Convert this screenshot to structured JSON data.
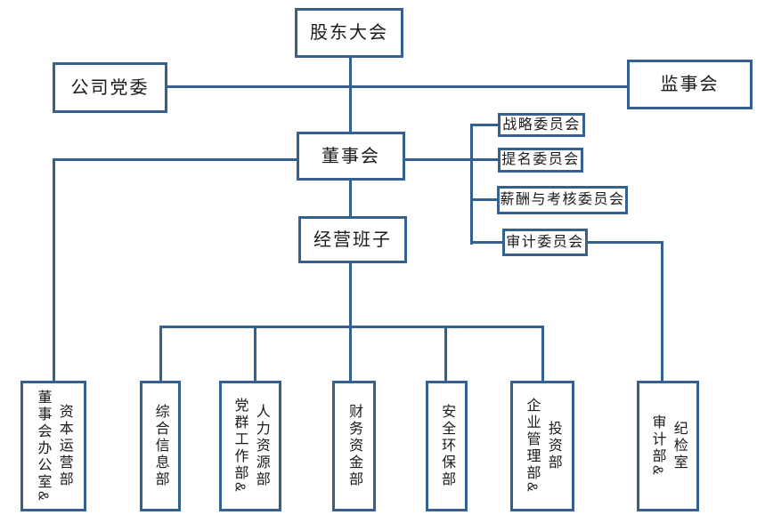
{
  "palette": {
    "line_color": "#36618F",
    "text_color": "#1a1a1a",
    "background": "#ffffff"
  },
  "org_chart": {
    "shareholders": "股东大会",
    "party_committee": "公司党委",
    "supervisory_board": "监事会",
    "board": "董事会",
    "committees": [
      "战略委员会",
      "提名委员会",
      "薪酬与考核委员会",
      "审计委员会"
    ],
    "management_team": "经营班子",
    "departments": [
      {
        "name": "董事会办公室&资本运营部",
        "columns": [
          "董事会办公室&",
          "资本运营部"
        ]
      },
      {
        "name": "综合信息部",
        "columns": [
          "综合信息部"
        ]
      },
      {
        "name": "党群工作部&人力资源部",
        "columns": [
          "党群工作部&",
          "人力资源部"
        ]
      },
      {
        "name": "财务资金部",
        "columns": [
          "财务资金部"
        ]
      },
      {
        "name": "安全环保部",
        "columns": [
          "安全环保部"
        ]
      },
      {
        "name": "企业管理部&投资部",
        "columns": [
          "企业管理部&",
          "投资部"
        ]
      },
      {
        "name": "审计部&纪检室",
        "columns": [
          "审计部&",
          "纪检室"
        ]
      }
    ]
  }
}
